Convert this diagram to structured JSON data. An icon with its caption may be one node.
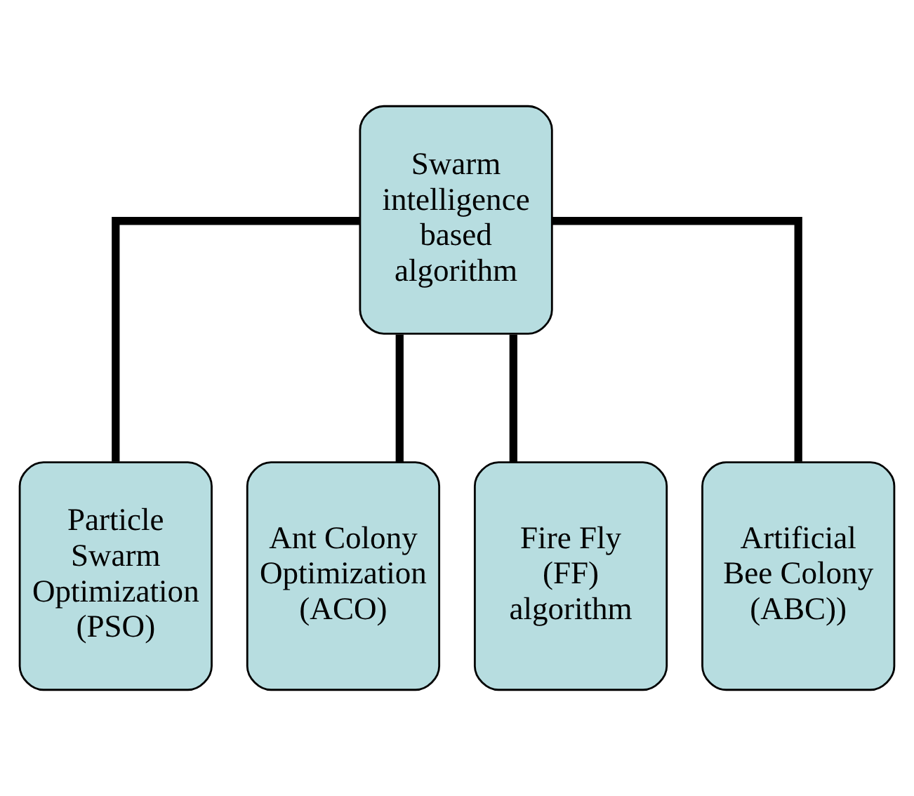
{
  "diagram": {
    "nodes": [
      {
        "text": [
          "Swarm intelligence based algorithm"
        ]
      },
      {
        "text": [
          "Particle Swarm Optimization (PSO)"
        ]
      },
      {
        "text": [
          "Ant Colony Optimization (ACO)"
        ]
      },
      {
        "text": [
          "Fire Fly (FF) algorithm"
        ]
      },
      {
        "text": [
          "Artificial Bee Colony (ABC))"
        ]
      }
    ],
    "edges": [
      {
        "from": 0,
        "to": 1,
        "arrow": "none"
      },
      {
        "from": 0,
        "to": 2,
        "arrow": "none"
      },
      {
        "from": 0,
        "to": 3,
        "arrow": "none"
      },
      {
        "from": 0,
        "to": 4,
        "arrow": "none"
      }
    ]
  }
}
